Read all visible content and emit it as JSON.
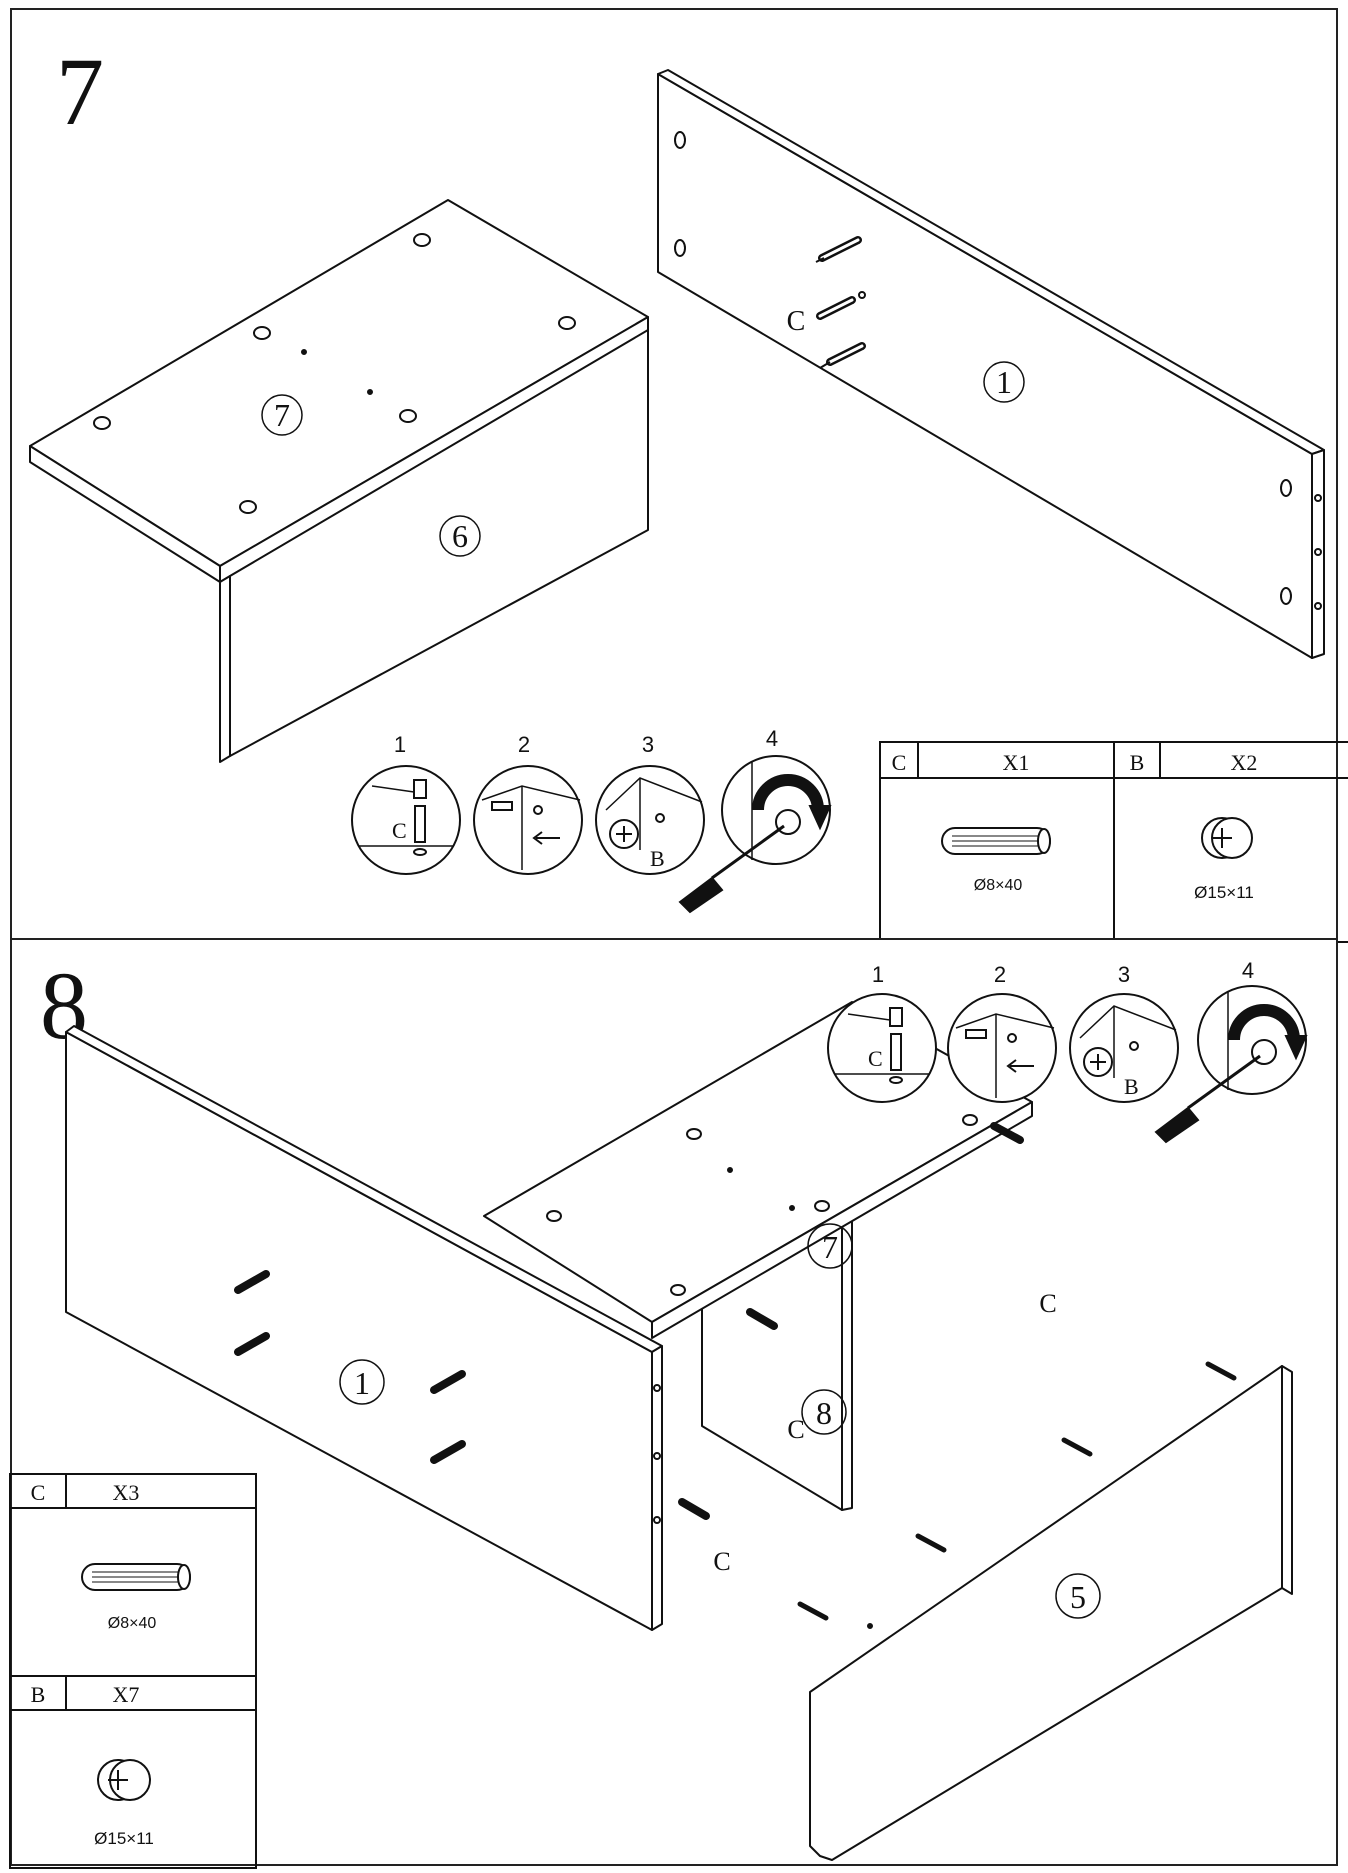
{
  "step7": {
    "number": "7",
    "panel_labels": {
      "top": "7",
      "side": "6",
      "back": "1"
    },
    "hardware_callout": "C",
    "mini_steps": [
      "1",
      "2",
      "3",
      "4"
    ],
    "mini_step_labels": {
      "dowel": "C",
      "cam": "B"
    },
    "parts_table": {
      "dowel": {
        "code": "C",
        "qty": "X1",
        "size": "Ø8×40"
      },
      "cam": {
        "code": "B",
        "qty": "X2",
        "size": "Ø15×11"
      }
    }
  },
  "step8": {
    "number": "8",
    "panel_labels": {
      "back": "1",
      "top": "7",
      "divider": "8",
      "front": "5"
    },
    "hardware_callouts": [
      "C",
      "C",
      "C"
    ],
    "mini_steps": [
      "1",
      "2",
      "3",
      "4"
    ],
    "mini_step_labels": {
      "dowel": "C",
      "cam": "B"
    },
    "parts_table": {
      "dowel": {
        "code": "C",
        "qty": "X3",
        "size": "Ø8×40"
      },
      "cam": {
        "code": "B",
        "qty": "X7",
        "size": "Ø15×11"
      }
    }
  },
  "icons": [
    "dowel-icon",
    "cam-lock-icon",
    "screwdriver-icon",
    "rotate-arrow-icon",
    "push-arrow-icon"
  ]
}
